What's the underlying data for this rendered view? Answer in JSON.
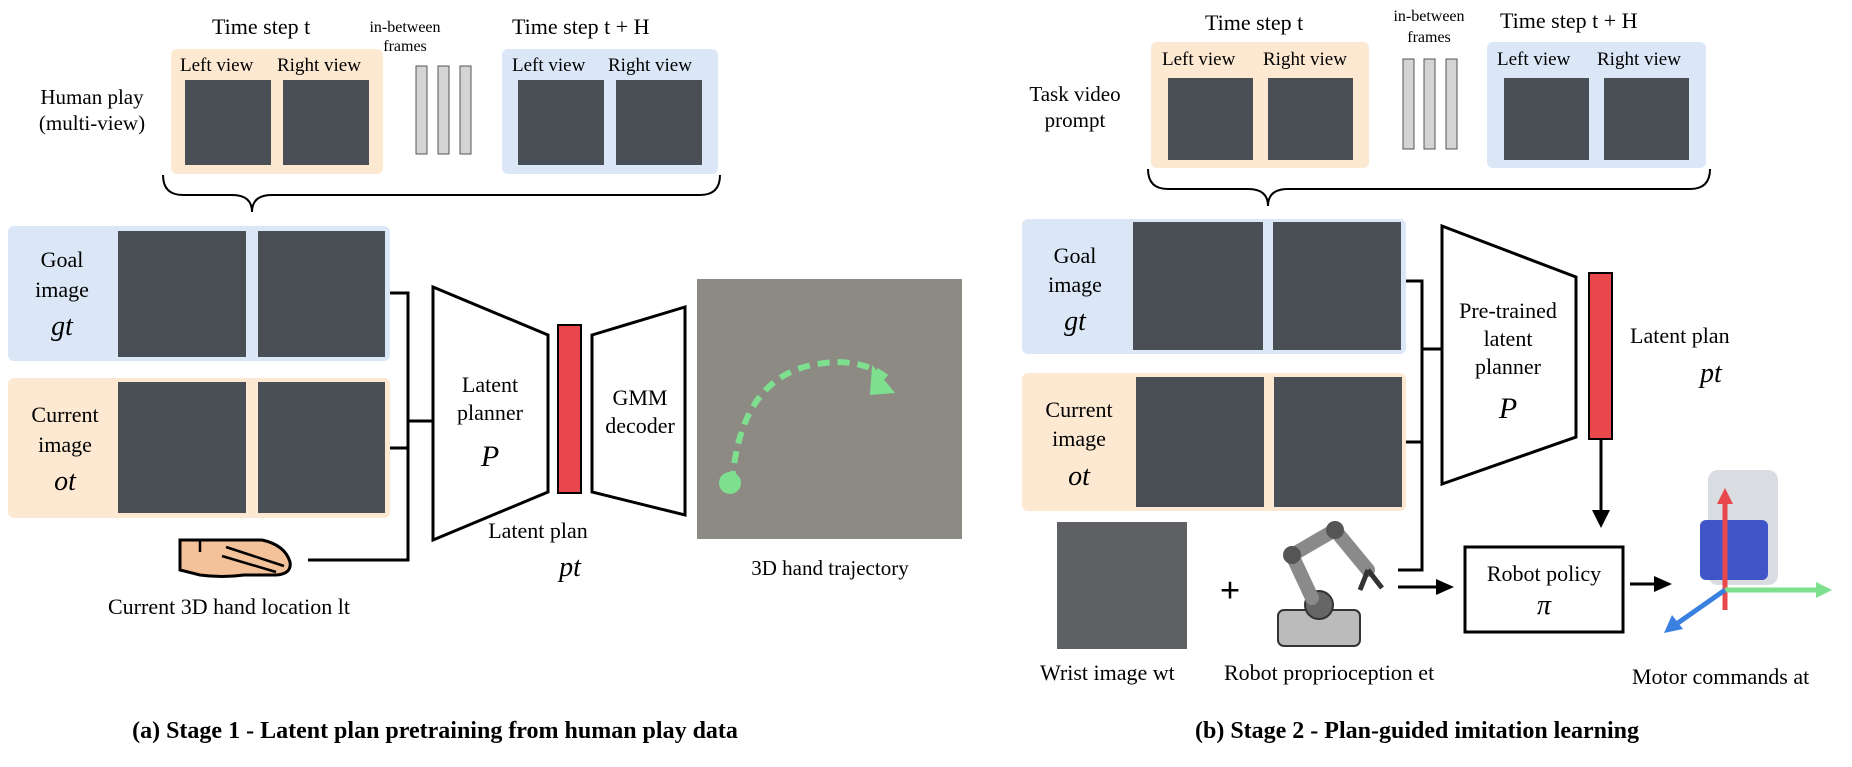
{
  "stage1": {
    "timestep_t": "Time step t",
    "timestep_tH": "Time step t + H",
    "left_view": "Left view",
    "right_view": "Right view",
    "inbetween_1": "in-between",
    "inbetween_2": "frames",
    "human_play_1": "Human play",
    "human_play_2": "(multi-view)",
    "goal_label_1": "Goal",
    "goal_label_2": "image",
    "goal_symbol": "gt",
    "current_label_1": "Current",
    "current_label_2": "image",
    "current_symbol": "ot",
    "planner_1": "Latent",
    "planner_2": "planner",
    "planner_symbol": "P",
    "decoder_1": "GMM",
    "decoder_2": "decoder",
    "latent_plan": "Latent plan",
    "latent_symbol": "pt",
    "hand_loc": "Current 3D hand location lt",
    "trajectory": "3D hand trajectory",
    "caption": "(a) Stage 1 - Latent plan pretraining from human play data"
  },
  "stage2": {
    "timestep_t": "Time step t",
    "timestep_tH": "Time step t + H",
    "left_view": "Left view",
    "right_view": "Right view",
    "inbetween_1": "in-between",
    "inbetween_2": "frames",
    "task_video_1": "Task video",
    "task_video_2": "prompt",
    "goal_label_1": "Goal",
    "goal_label_2": "image",
    "goal_symbol": "gt",
    "current_label_1": "Current",
    "current_label_2": "image",
    "current_symbol": "ot",
    "planner_1": "Pre-trained",
    "planner_2": "latent",
    "planner_3": "planner",
    "planner_symbol": "P",
    "latent_plan": "Latent plan",
    "latent_symbol": "pt",
    "policy_1": "Robot policy",
    "policy_symbol": "π",
    "plus": "+",
    "wrist": "Wrist image wt",
    "proprio": "Robot proprioception et",
    "motor": "Motor commands at",
    "caption": "(b) Stage 2 - Plan-guided imitation learning"
  },
  "colors": {
    "peach": "#fde8d2",
    "blue": "#dbe7f7",
    "red": "#e8474c",
    "trajectory": "#7ee08f"
  }
}
